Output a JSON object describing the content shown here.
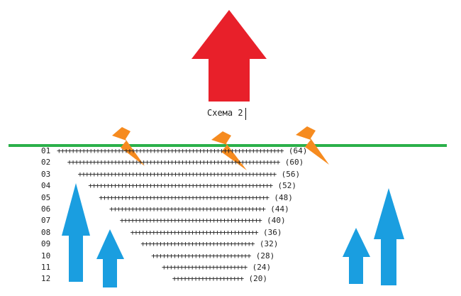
{
  "caption": "Схема 2",
  "colors": {
    "top_arrow": "#e8202a",
    "bottom_arrows": "#1a9ee0",
    "ground_line": "#2bb04a",
    "lightning": "#f68b1f",
    "text": "#222222"
  },
  "icons": {
    "top_arrow": "up-arrow-icon",
    "bottom_arrows": "up-arrow-icon",
    "lightning": "lightning-bolt-icon"
  },
  "rows": [
    {
      "num": "01",
      "plus_count": 64,
      "count_label": "(64)"
    },
    {
      "num": "02",
      "plus_count": 60,
      "count_label": "(60)"
    },
    {
      "num": "03",
      "plus_count": 56,
      "count_label": "(56)"
    },
    {
      "num": "04",
      "plus_count": 52,
      "count_label": "(52)"
    },
    {
      "num": "05",
      "plus_count": 48,
      "count_label": "(48)"
    },
    {
      "num": "06",
      "plus_count": 44,
      "count_label": "(44)"
    },
    {
      "num": "07",
      "plus_count": 40,
      "count_label": "(40)"
    },
    {
      "num": "08",
      "plus_count": 36,
      "count_label": "(36)"
    },
    {
      "num": "09",
      "plus_count": 32,
      "count_label": "(32)"
    },
    {
      "num": "10",
      "plus_count": 28,
      "count_label": "(28)"
    },
    {
      "num": "11",
      "plus_count": 24,
      "count_label": "(24)"
    },
    {
      "num": "12",
      "plus_count": 20,
      "count_label": "(20)"
    }
  ]
}
